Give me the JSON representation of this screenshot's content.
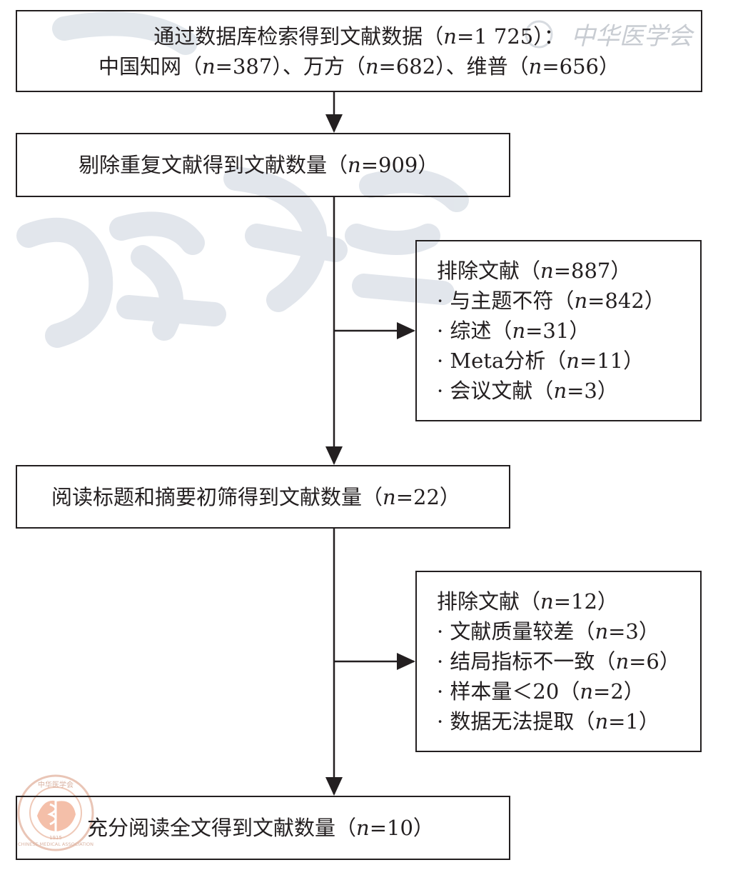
{
  "flow": {
    "identified": {
      "line1_prefix": "通过数据库检索得到文献数据（",
      "line1_n": "n",
      "line1_suffix": "=1 725）：",
      "line2_a": "中国知网（",
      "line2_a_val": "=387）、万方（",
      "line2_b_val": "=682）、维普（",
      "line2_c_val": "=656）"
    },
    "dedup": {
      "prefix": "剔除重复文献得到文献数量（",
      "value": "=909）"
    },
    "exclude1": {
      "title_prefix": "排除文献（",
      "title_value": "=887）",
      "items": [
        {
          "prefix": "· 与主题不符（",
          "value": "=842）"
        },
        {
          "prefix": "· 综述（",
          "value": "=31）"
        },
        {
          "prefix": "· Meta分析（",
          "value": "=11）"
        },
        {
          "prefix": "· 会议文献（",
          "value": "=3）"
        }
      ]
    },
    "screen": {
      "prefix": "阅读标题和摘要初筛得到文献数量（",
      "value": "=22）"
    },
    "exclude2": {
      "title_prefix": "排除文献（",
      "title_value": "=12）",
      "items": [
        {
          "prefix": "· 文献质量较差（",
          "value": "=3）"
        },
        {
          "prefix": "· 结局指标不一致（",
          "value": "=6）"
        },
        {
          "prefix": "· 样本量＜20（",
          "value": "=2）"
        },
        {
          "prefix": "· 数据无法提取（",
          "value": "=1）"
        }
      ]
    },
    "included": {
      "prefix": "充分阅读全文得到文献数量（",
      "value": "=10）"
    },
    "n_symbol": "n"
  },
  "watermark": {
    "text": "中华医学会",
    "seal_text_top": "中华医学会",
    "seal_text_bottom": "CHINESE MEDICAL ASSOCIATION",
    "seal_year": "1915"
  },
  "colors": {
    "line": "#231f20",
    "watermark": "#dfe4ea",
    "seal": "#f2b49a"
  }
}
